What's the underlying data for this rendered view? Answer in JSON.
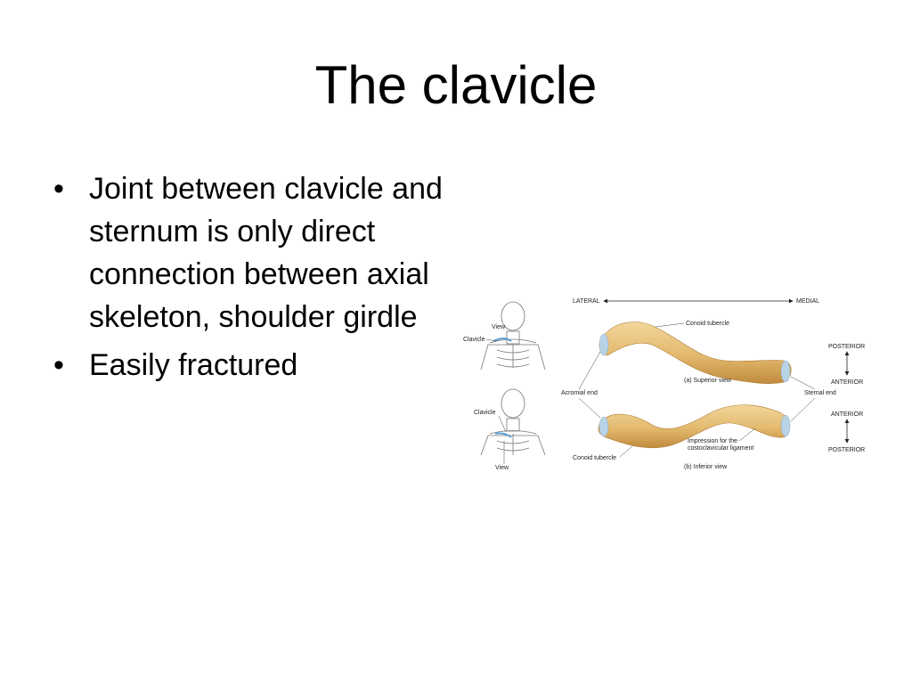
{
  "slide": {
    "title": "The clavicle",
    "bullets": [
      "Joint between clavicle and sternum is only direct connection between axial skeleton, shoulder girdle",
      "Easily fractured"
    ]
  },
  "figure": {
    "lateral": "LATERAL",
    "medial": "MEDIAL",
    "conoid_tubercle_top": "Conoid tubercle",
    "posterior_top": "POSTERIOR",
    "anterior_top": "ANTERIOR",
    "superior_view": "(a) Superior view",
    "acromial_end": "Acromial end",
    "sternal_end": "Sternal end",
    "anterior_bottom": "ANTERIOR",
    "posterior_bottom": "POSTERIOR",
    "impression_line1": "Impression for the",
    "impression_line2": "costoclavicular ligament",
    "conoid_tubercle_bottom": "Conoid tubercle",
    "inferior_view": "(b) Inferior view",
    "view_top": "View",
    "clavicle_top": "Clavicle",
    "clavicle_bottom": "Clavicle",
    "view_bottom": "View"
  },
  "colors": {
    "bone": "#e3b96e",
    "bone_shadow": "#c08b3e",
    "cartilage": "#b9d3e6",
    "skeleton_line": "#777777",
    "highlight": "#5aa0d8"
  }
}
